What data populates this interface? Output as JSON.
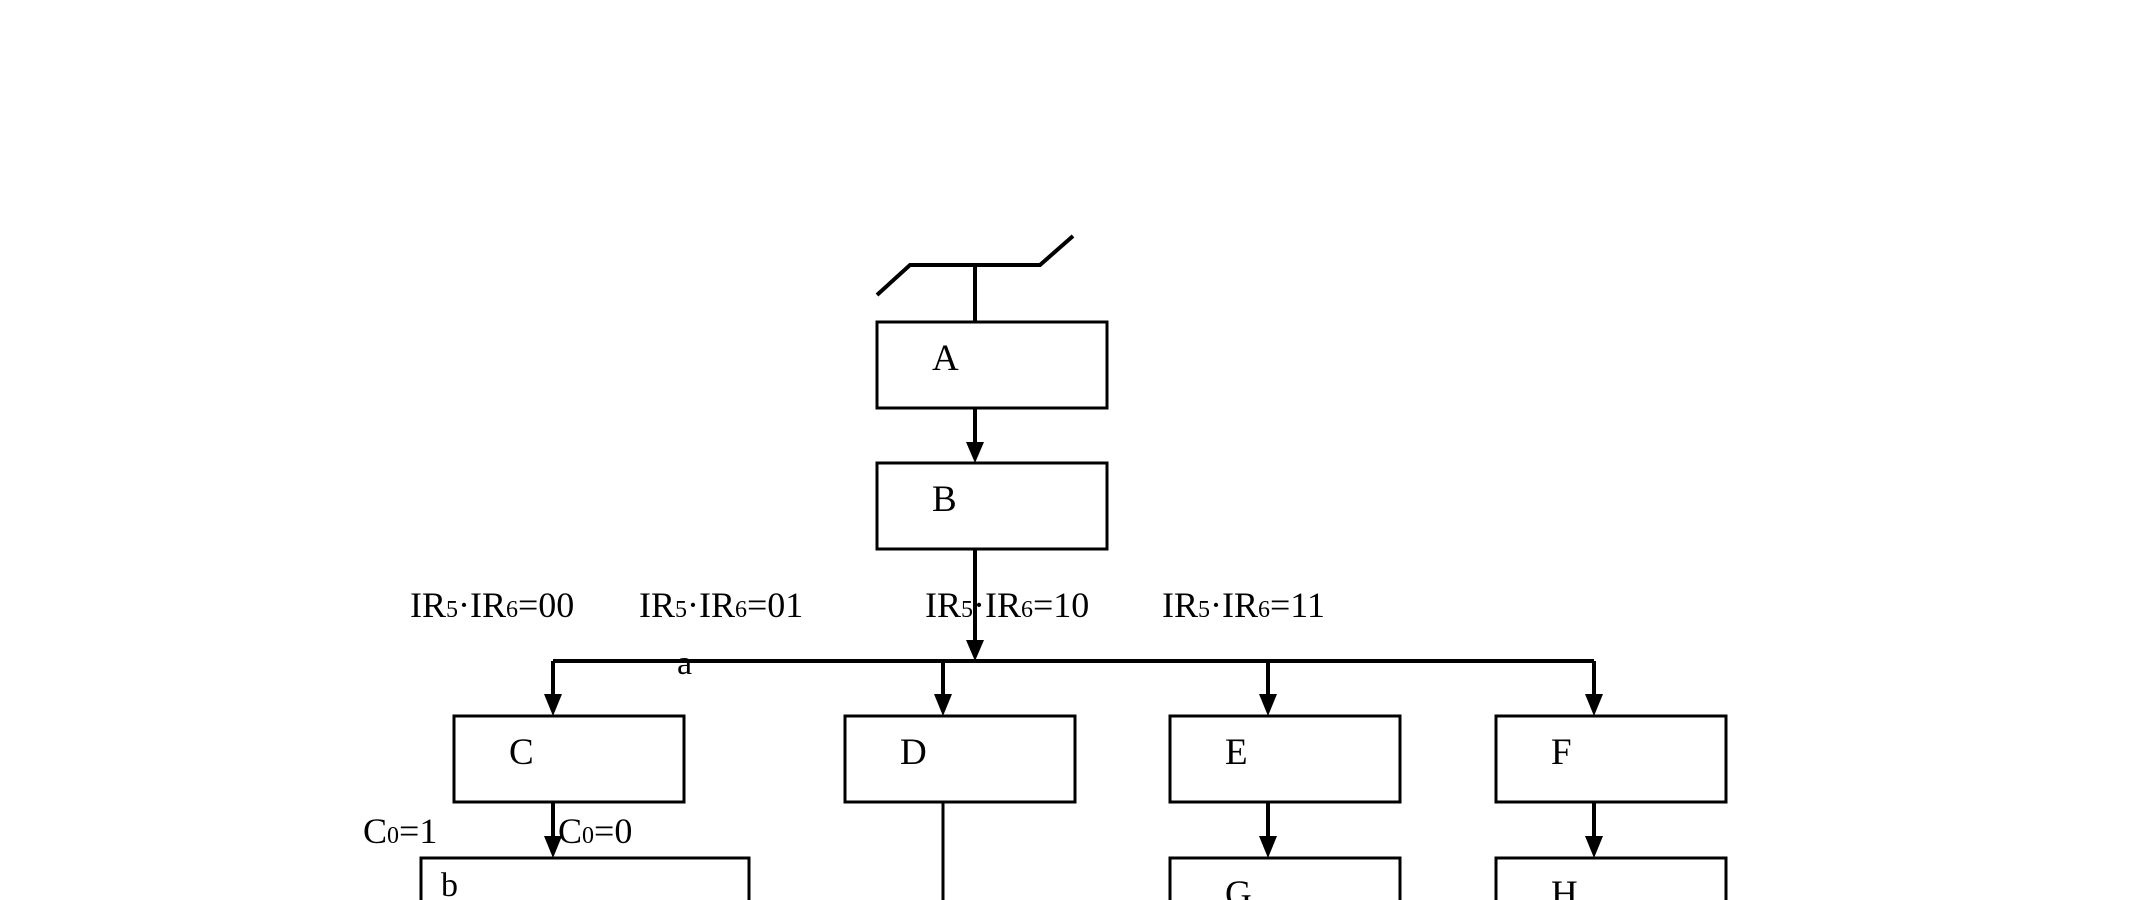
{
  "diagram": {
    "boxes": {
      "A": "A",
      "B": "B",
      "C": "C",
      "D": "D",
      "E": "E",
      "F": "F",
      "G": "G",
      "H": "H",
      "b": "b"
    },
    "branch_conditions": [
      {
        "base1": "IR",
        "sub1": "5",
        "dot": "·",
        "base2": "IR",
        "sub2": "6",
        "value": "=00"
      },
      {
        "base1": "IR",
        "sub1": "5",
        "dot": "·",
        "base2": "IR",
        "sub2": "6",
        "value": "=01"
      },
      {
        "base1": "IR",
        "sub1": "5",
        "dot": "·",
        "base2": "IR",
        "sub2": "6",
        "value": "=10"
      },
      {
        "base1": "IR",
        "sub1": "5",
        "dot": "·",
        "base2": "IR",
        "sub2": "6",
        "value": "=11"
      }
    ],
    "junction_label": "a",
    "c0_conditions": [
      {
        "base": "C",
        "sub": "0",
        "value": "=1"
      },
      {
        "base": "C",
        "sub": "0",
        "value": "=0"
      }
    ]
  }
}
